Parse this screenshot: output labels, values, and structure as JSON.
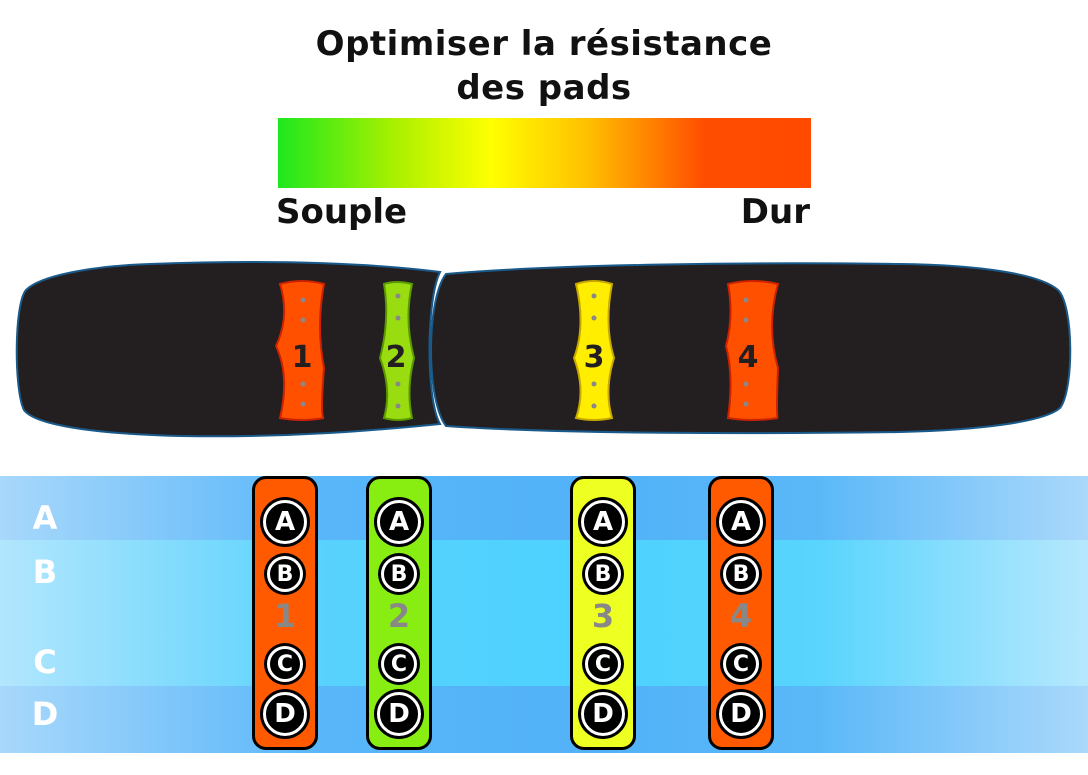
{
  "title_line1": "Optimiser la résistance",
  "title_line2": "des pads",
  "scale": {
    "left_label": "Souple",
    "right_label": "Dur"
  },
  "colors": {
    "soft": "#22ee22",
    "medium": "#ffff00",
    "hard": "#ff4a00",
    "pad1": "#ff5000",
    "pad2": "#88ee00",
    "pad3": "#ffff11",
    "pad4": "#ff5000",
    "board": "#231f20",
    "band_a": "#55b8f8",
    "band_bc": "#55d8ff",
    "band_d": "#55b8f8"
  },
  "board_pads": [
    {
      "number": "1",
      "color": "#ff5000"
    },
    {
      "number": "2",
      "color": "#99dd11"
    },
    {
      "number": "3",
      "color": "#ffee00"
    },
    {
      "number": "4",
      "color": "#ff5000"
    }
  ],
  "row_labels": [
    "A",
    "B",
    "C",
    "D"
  ],
  "pad_columns": [
    {
      "number": "1",
      "color": "#ff5a00",
      "positions": [
        "A",
        "B",
        "C",
        "D"
      ]
    },
    {
      "number": "2",
      "color": "#88ee11",
      "positions": [
        "A",
        "B",
        "C",
        "D"
      ]
    },
    {
      "number": "3",
      "color": "#eeff22",
      "positions": [
        "A",
        "B",
        "C",
        "D"
      ]
    },
    {
      "number": "4",
      "color": "#ff5a00",
      "positions": [
        "A",
        "B",
        "C",
        "D"
      ]
    }
  ]
}
